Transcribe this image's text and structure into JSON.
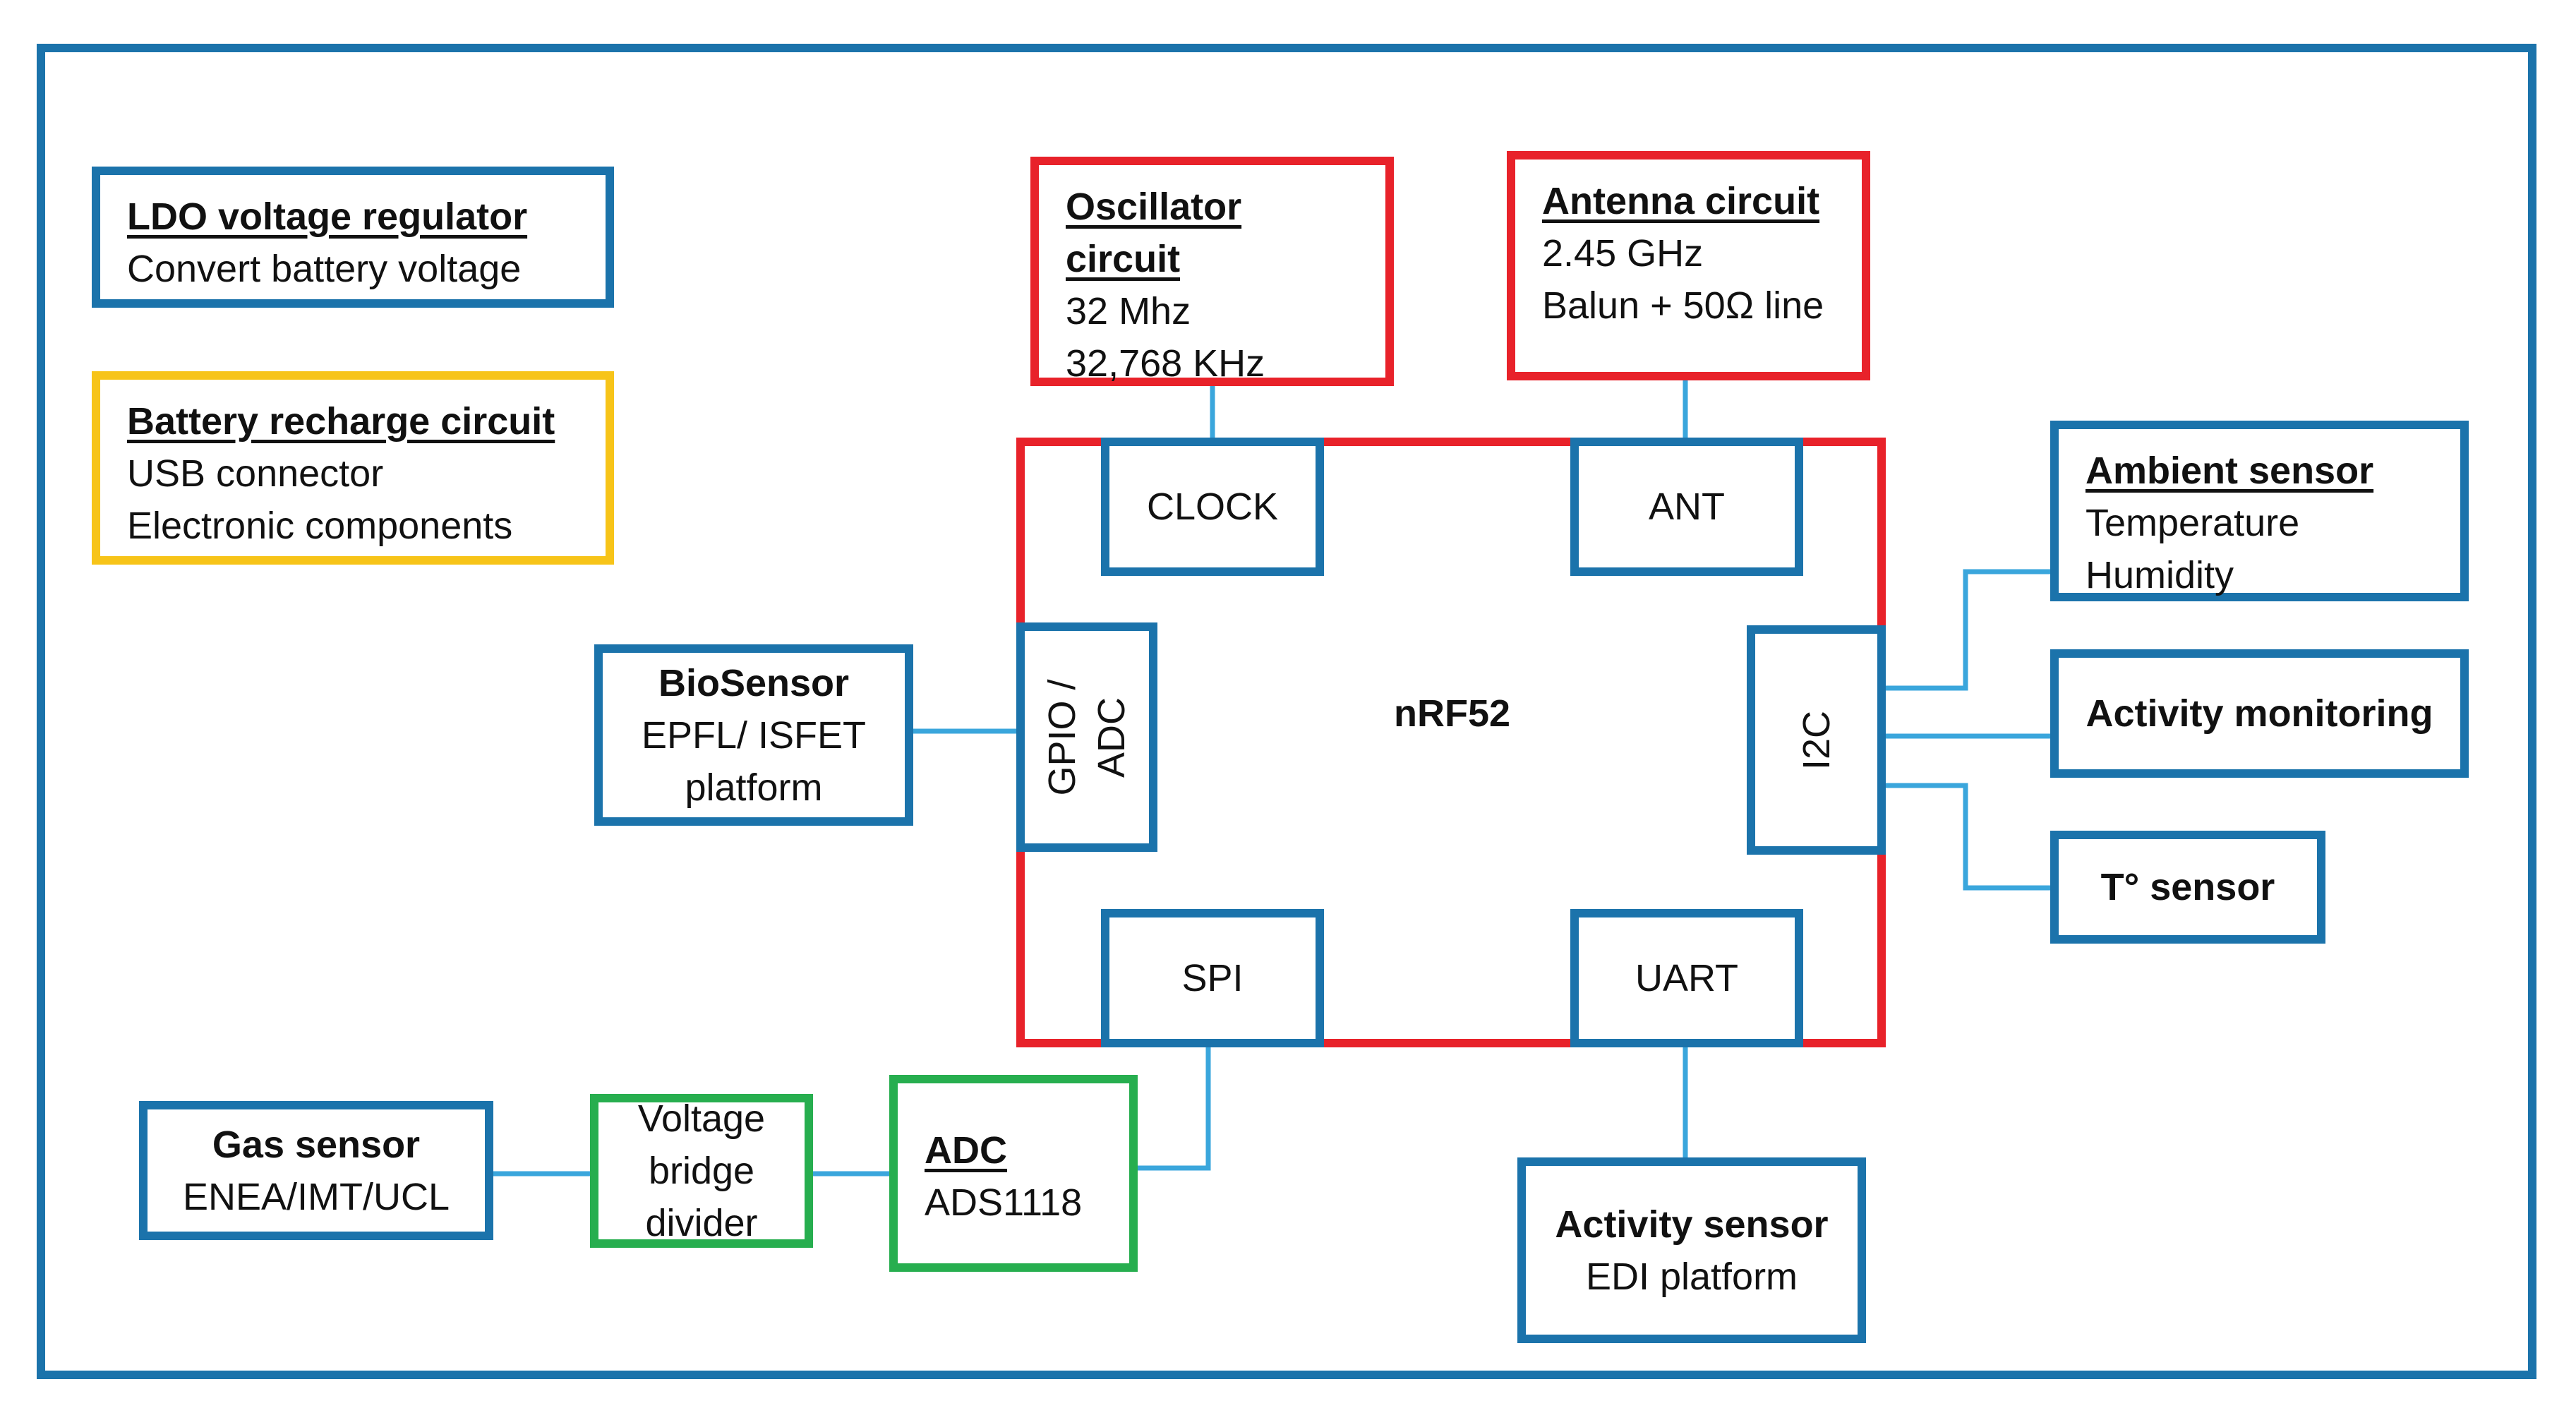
{
  "colors": {
    "blue": "#1b73ab",
    "red": "#e8222a",
    "green": "#27ae4f",
    "yellow": "#f7c419",
    "wire": "#3aa6dc"
  },
  "ldo": {
    "title": "LDO voltage regulator",
    "lines": [
      "Convert battery voltage"
    ]
  },
  "battery": {
    "title": "Battery recharge circuit",
    "lines": [
      "USB connector",
      "Electronic components"
    ]
  },
  "oscillator": {
    "title": "Oscillator circuit",
    "lines": [
      "32 Mhz",
      "32,768 KHz"
    ]
  },
  "antenna": {
    "title": "Antenna circuit",
    "lines": [
      "2.45 GHz",
      "Balun + 50Ω line"
    ]
  },
  "ambient": {
    "title": "Ambient sensor",
    "lines": [
      "Temperature",
      "Humidity"
    ]
  },
  "activity_monitoring": {
    "title": "Activity monitoring"
  },
  "t_sensor": {
    "title": "T° sensor"
  },
  "biosensor": {
    "title": "BioSensor",
    "lines": [
      "EPFL/ ISFET",
      "platform"
    ]
  },
  "mcu": {
    "label": "nRF52",
    "ports": {
      "clock": "CLOCK",
      "ant": "ANT",
      "spi": "SPI",
      "uart": "UART",
      "gpio": "GPIO /",
      "adc": "ADC",
      "i2c": "I2C"
    }
  },
  "gas": {
    "title": "Gas sensor",
    "lines": [
      "ENEA/IMT/UCL"
    ]
  },
  "voltage_bridge": {
    "lines": [
      "Voltage",
      "bridge",
      "divider"
    ]
  },
  "adc_chip": {
    "title": "ADC",
    "lines": [
      "ADS1118"
    ]
  },
  "activity_sensor": {
    "title": "Activity sensor",
    "lines": [
      "EDI platform"
    ]
  }
}
